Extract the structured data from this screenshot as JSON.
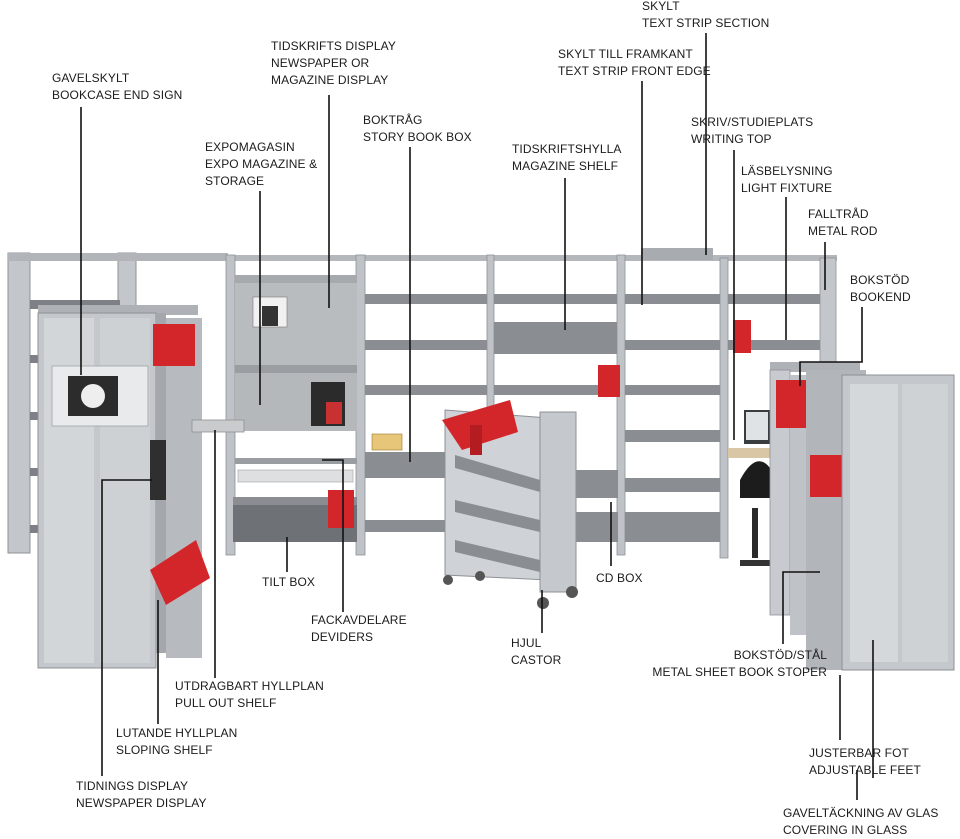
{
  "colors": {
    "frame": "#b8bcc0",
    "frame_dark": "#8d9196",
    "shelf": "#8a8e92",
    "shelf_dark": "#6f7377",
    "panel_glass": "#c9cdd1",
    "panel_glass_light": "#dde0e3",
    "red": "#d3262a",
    "leader": "#111111",
    "text": "#1b1b1b"
  },
  "labels": {
    "gavelskylt": {
      "sv": "GAVELSKYLT",
      "en": "BOOKCASE END SIGN"
    },
    "tidskrifts_display": {
      "sv": "TIDSKRIFTS DISPLAY",
      "en": "NEWSPAPER OR",
      "en2": "MAGAZINE DISPLAY"
    },
    "expomagasin": {
      "sv": "EXPOMAGASIN",
      "en": "EXPO MAGAZINE &",
      "en2": "STORAGE"
    },
    "boktrag": {
      "sv": "BOKTRÅG",
      "en": "STORY BOOK BOX"
    },
    "tidskriftshylla": {
      "sv": "TIDSKRIFTSHYLLA",
      "en": "MAGAZINE SHELF"
    },
    "skylt_framkant": {
      "sv": "SKYLT TILL FRAMKANT",
      "en": "TEXT STRIP FRONT EDGE"
    },
    "skylt": {
      "sv": "SKYLT",
      "en": "TEXT STRIP SECTION"
    },
    "skriv": {
      "sv": "SKRIV/STUDIEPLATS",
      "en": "WRITING TOP"
    },
    "lasbelysning": {
      "sv": "LÄSBELYSNING",
      "en": "LIGHT FIXTURE"
    },
    "falltrad": {
      "sv": "FALLTRÅD",
      "en": "METAL ROD"
    },
    "bokstod": {
      "sv": "BOKSTÖD",
      "en": "BOOKEND"
    },
    "tilt_box": {
      "en": "TILT BOX"
    },
    "cd_box": {
      "en": "CD BOX"
    },
    "fackavdelare": {
      "sv": "FACKAVDELARE",
      "en": "DEVIDERS"
    },
    "hjul": {
      "sv": "HJUL",
      "en": "CASTOR"
    },
    "bokstod_stal": {
      "sv": "BOKSTÖD/STÅL",
      "en": "METAL SHEET BOOK STOPER"
    },
    "utdragbart": {
      "sv": "UTDRAGBART HYLLPLAN",
      "en": "PULL OUT SHELF"
    },
    "lutande": {
      "sv": "LUTANDE HYLLPLAN",
      "en": "SLOPING SHELF"
    },
    "tidnings": {
      "sv": "TIDNINGS DISPLAY",
      "en": "NEWSPAPER DISPLAY"
    },
    "justerbar": {
      "sv": "JUSTERBAR FOT",
      "en": "ADJUSTABLE FEET"
    },
    "gaveltackning": {
      "sv": "GAVELTÄCKNING AV GLAS",
      "en": "COVERING IN GLASS"
    }
  }
}
